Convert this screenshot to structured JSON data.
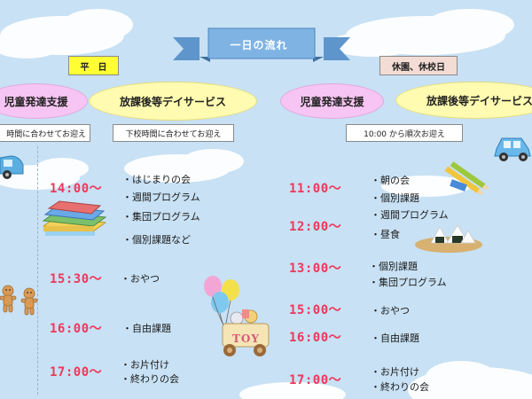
{
  "title": "一日の流れ",
  "weekday": {
    "tag": "平　日",
    "service1": "児童発達支援",
    "service2": "放課後等デイサービス",
    "pickup1": "時間に合わせてお迎え",
    "pickup2": "下校時間に合わせてお迎え",
    "schedule": [
      {
        "time": "14:00～",
        "items": [
          "・はじまりの会",
          "・週間プログラム",
          "・集団プログラム",
          "・個別課題など"
        ]
      },
      {
        "time": "15:30～",
        "items": [
          "・おやつ"
        ]
      },
      {
        "time": "16:00～",
        "items": [
          "・自由課題"
        ]
      },
      {
        "time": "17:00～",
        "items": [
          "・お片付け",
          "・終わりの会"
        ]
      }
    ]
  },
  "holiday": {
    "tag": "休園、休校日",
    "service1": "児童発達支援",
    "service2": "放課後等デイサービス",
    "pickup": "10:00 から順次お迎え",
    "schedule": [
      {
        "time": "11:00～",
        "items": [
          "・朝の会",
          "・個別課題",
          "・週間プログラム"
        ]
      },
      {
        "time": "12:00～",
        "items": [
          "・昼食"
        ]
      },
      {
        "time": "13:00～",
        "items": [
          "・個別課題",
          "・集団プログラム"
        ]
      },
      {
        "time": "15:00～",
        "items": [
          "・おやつ"
        ]
      },
      {
        "time": "16:00～",
        "items": [
          "・自由課題"
        ]
      },
      {
        "time": "17:00～",
        "items": [
          "・お片付け",
          "・終わりの会"
        ]
      }
    ]
  },
  "toy_label": "TOY",
  "colors": {
    "sky": "#c8e1f4",
    "ribbon": "#7fb3e4",
    "time_text": "#f0375a",
    "ellipse_pink": "#f6c5f3",
    "ellipse_yellow": "#fffbb0",
    "weekday_tag": "#ffff33",
    "holiday_tag": "#f3dcd4"
  },
  "icons": [
    "car-icon",
    "books-icon",
    "gingerbread-cookies-icon",
    "balloons-icon",
    "toy-wagon-icon",
    "pencils-icon",
    "rice-balls-icon"
  ]
}
